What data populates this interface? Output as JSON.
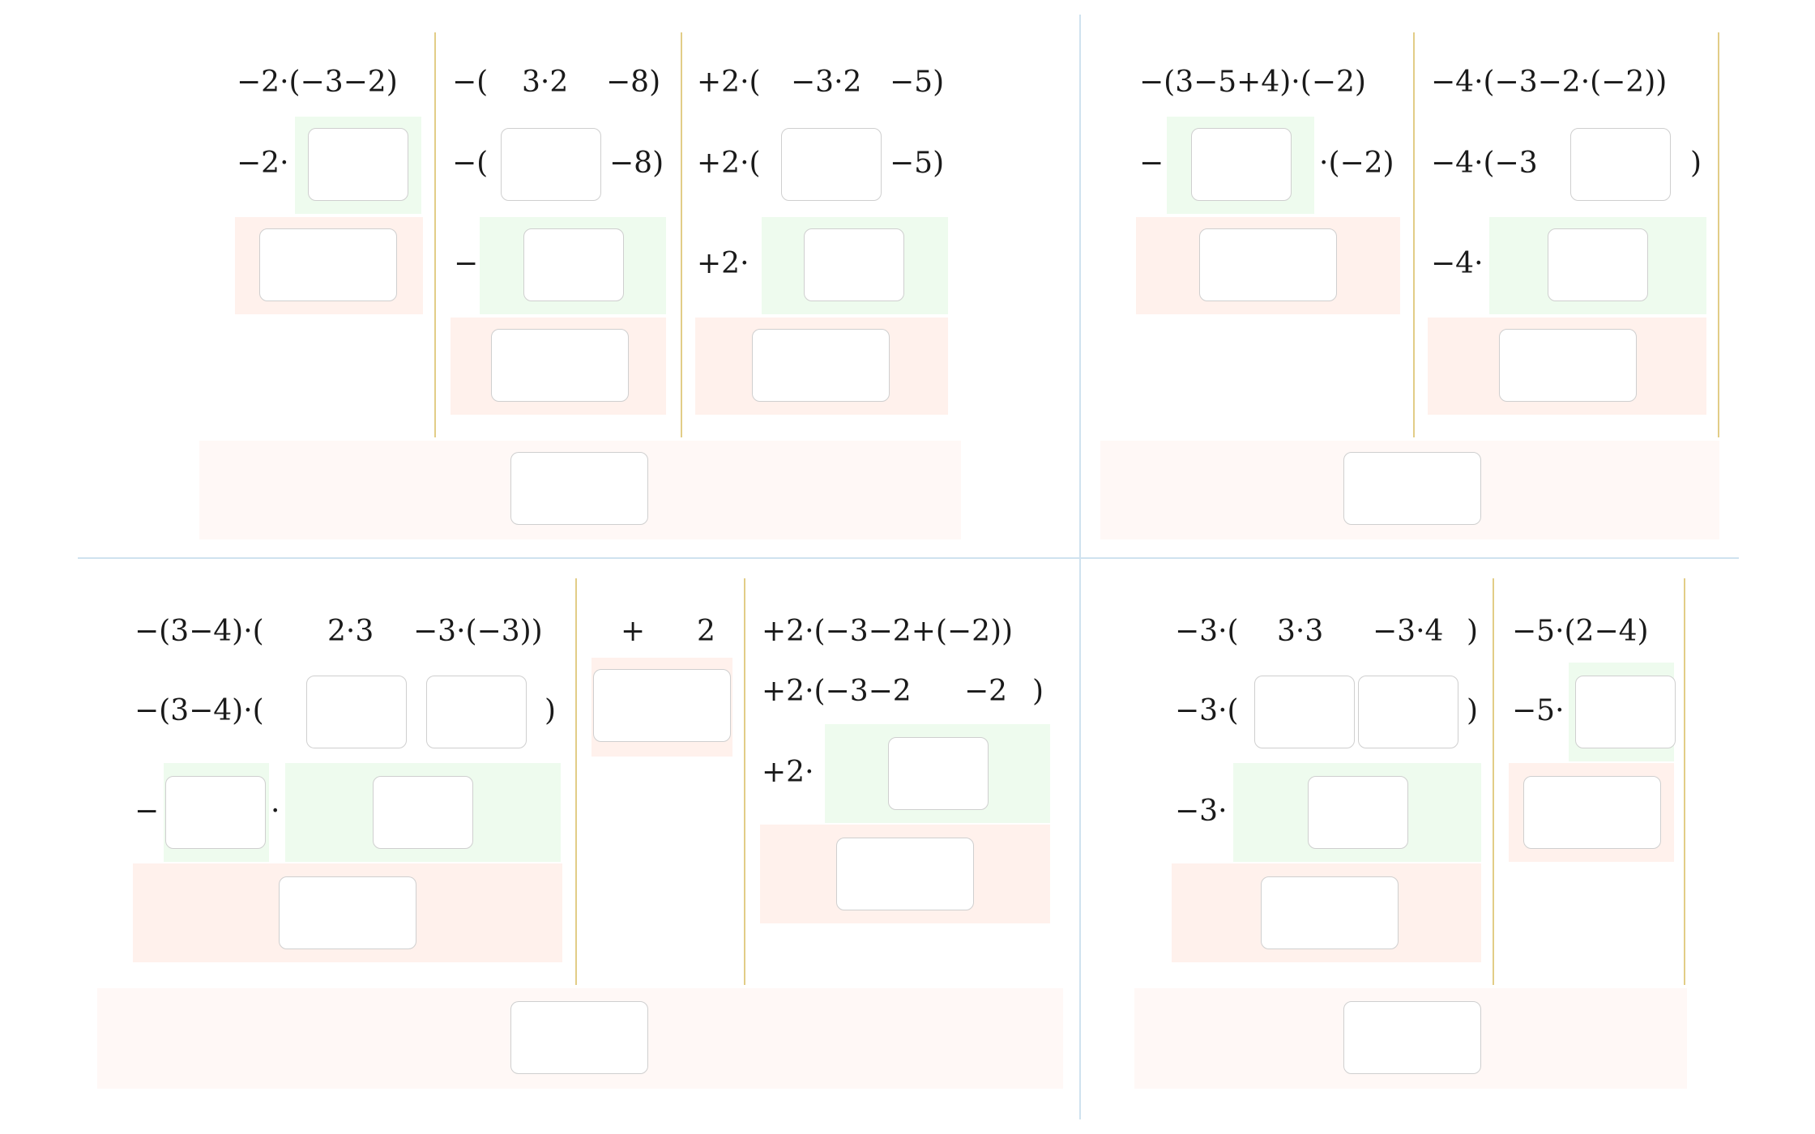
{
  "q1": {
    "c1": {
      "r1": "−2·(−3−2)",
      "r2": "−2·"
    },
    "c2": {
      "r1a": "−(",
      "r1b": "3·2",
      "r1c": "−8)",
      "r2a": "−(",
      "r2b": "−8)",
      "r3": "−"
    },
    "c3": {
      "r1a": "+2·(",
      "r1b": "−3·2",
      "r1c": "−5)",
      "r2a": "+2·(",
      "r2b": "−5)",
      "r3": "+2·"
    }
  },
  "q2": {
    "c1": {
      "r1": "−(3−5+4)·(−2)",
      "r2a": "−",
      "r2b": "·(−2)"
    },
    "c2": {
      "r1": "−4·(−3−2·(−2))",
      "r2a": "−4·(−3",
      "r2b": ")",
      "r3": "−4·"
    }
  },
  "q3": {
    "c1": {
      "r1a": "−(3−4)·(",
      "r1b": "2·3",
      "r1c": "−3·(−3))",
      "r2a": "−(3−4)·(",
      "r2b": ")",
      "r3a": "−",
      "r3b": "·"
    },
    "c2": {
      "r1a": "+",
      "r1b": "2"
    },
    "c3": {
      "r1": "+2·(−3−2+(−2))",
      "r2a": "+2·(−3−2",
      "r2b": "−2",
      "r2c": ")",
      "r3": "+2·"
    }
  },
  "q4": {
    "c1": {
      "r1a": "−3·(",
      "r1b": "3·3",
      "r1c": "−3·4",
      "r1d": ")",
      "r2a": "−3·(",
      "r2b": ")",
      "r3": "−3·"
    },
    "c2": {
      "r1": "−5·(2−4)",
      "r2": "−5·"
    }
  }
}
